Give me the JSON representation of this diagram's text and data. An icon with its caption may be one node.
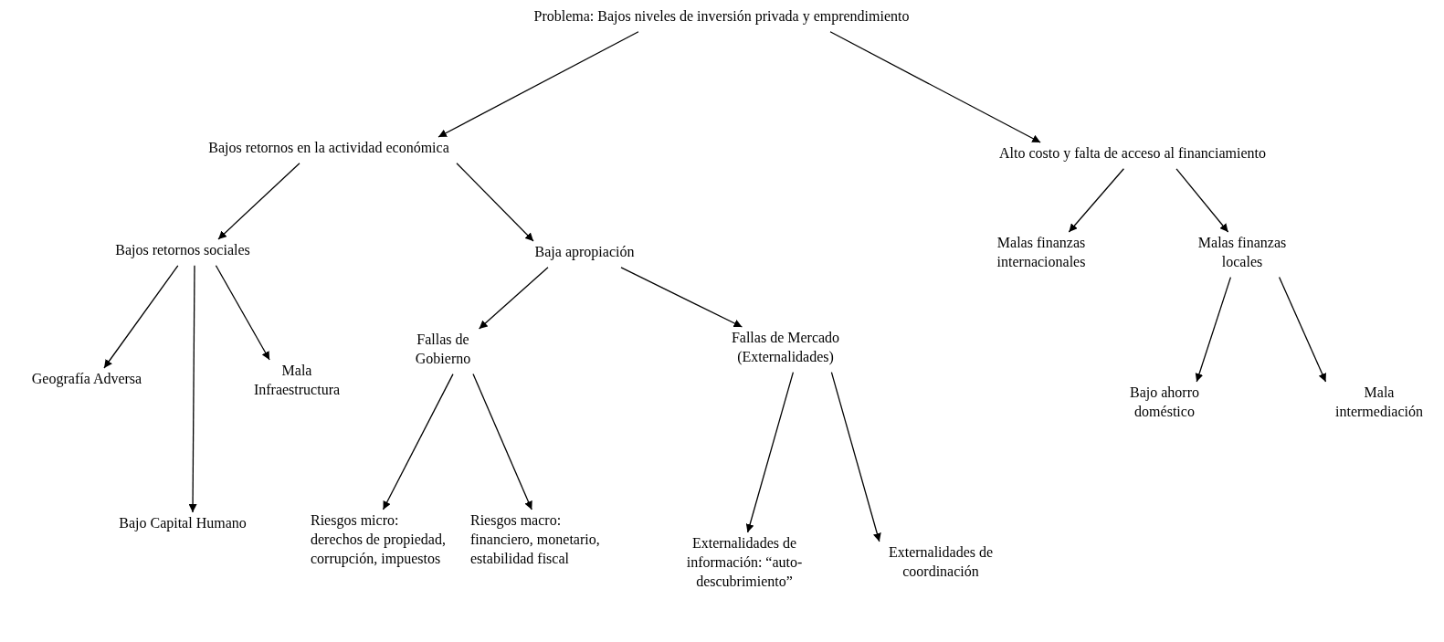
{
  "diagram": {
    "nodes": [
      {
        "text": [
          "Problema: Bajos niveles de inversión privada y emprendimiento"
        ]
      },
      {
        "text": [
          "Bajos retornos en la actividad económica"
        ]
      },
      {
        "text": [
          "Alto costo y falta de acceso al financiamiento"
        ]
      },
      {
        "text": [
          "Bajos retornos sociales"
        ]
      },
      {
        "text": [
          "Baja apropiación"
        ]
      },
      {
        "text": [
          "Malas finanzas internacionales"
        ]
      },
      {
        "text": [
          "Malas finanzas locales"
        ]
      },
      {
        "text": [
          "Geografía Adversa"
        ]
      },
      {
        "text": [
          "Mala Infraestructura"
        ]
      },
      {
        "text": [
          "Bajo Capital Humano"
        ]
      },
      {
        "text": [
          "Fallas de Gobierno"
        ]
      },
      {
        "text": [
          "Fallas de Mercado (Externalidades)"
        ]
      },
      {
        "text": [
          "Bajo ahorro doméstico"
        ]
      },
      {
        "text": [
          "Mala intermediación"
        ]
      },
      {
        "text": [
          "Riesgos micro: derechos de propiedad, corrupción, impuestos"
        ]
      },
      {
        "text": [
          "Riesgos macro: financiero, monetario, estabilidad fiscal"
        ]
      },
      {
        "text": [
          "Externalidades de información: “auto-descubrimiento”"
        ]
      },
      {
        "text": [
          "Externalidades de coordinación"
        ]
      }
    ],
    "edges": [
      {
        "from": 0,
        "to": 1,
        "arrow": "to"
      },
      {
        "from": 0,
        "to": 2,
        "arrow": "to"
      },
      {
        "from": 1,
        "to": 3,
        "arrow": "to"
      },
      {
        "from": 1,
        "to": 4,
        "arrow": "to"
      },
      {
        "from": 2,
        "to": 5,
        "arrow": "to"
      },
      {
        "from": 2,
        "to": 6,
        "arrow": "to"
      },
      {
        "from": 3,
        "to": 7,
        "arrow": "to"
      },
      {
        "from": 3,
        "to": 9,
        "arrow": "to"
      },
      {
        "from": 3,
        "to": 8,
        "arrow": "to"
      },
      {
        "from": 4,
        "to": 10,
        "arrow": "to"
      },
      {
        "from": 4,
        "to": 11,
        "arrow": "to"
      },
      {
        "from": 10,
        "to": 14,
        "arrow": "to"
      },
      {
        "from": 10,
        "to": 15,
        "arrow": "to"
      },
      {
        "from": 11,
        "to": 16,
        "arrow": "to"
      },
      {
        "from": 11,
        "to": 17,
        "arrow": "to"
      },
      {
        "from": 6,
        "to": 12,
        "arrow": "to"
      },
      {
        "from": 6,
        "to": 13,
        "arrow": "to"
      }
    ]
  }
}
